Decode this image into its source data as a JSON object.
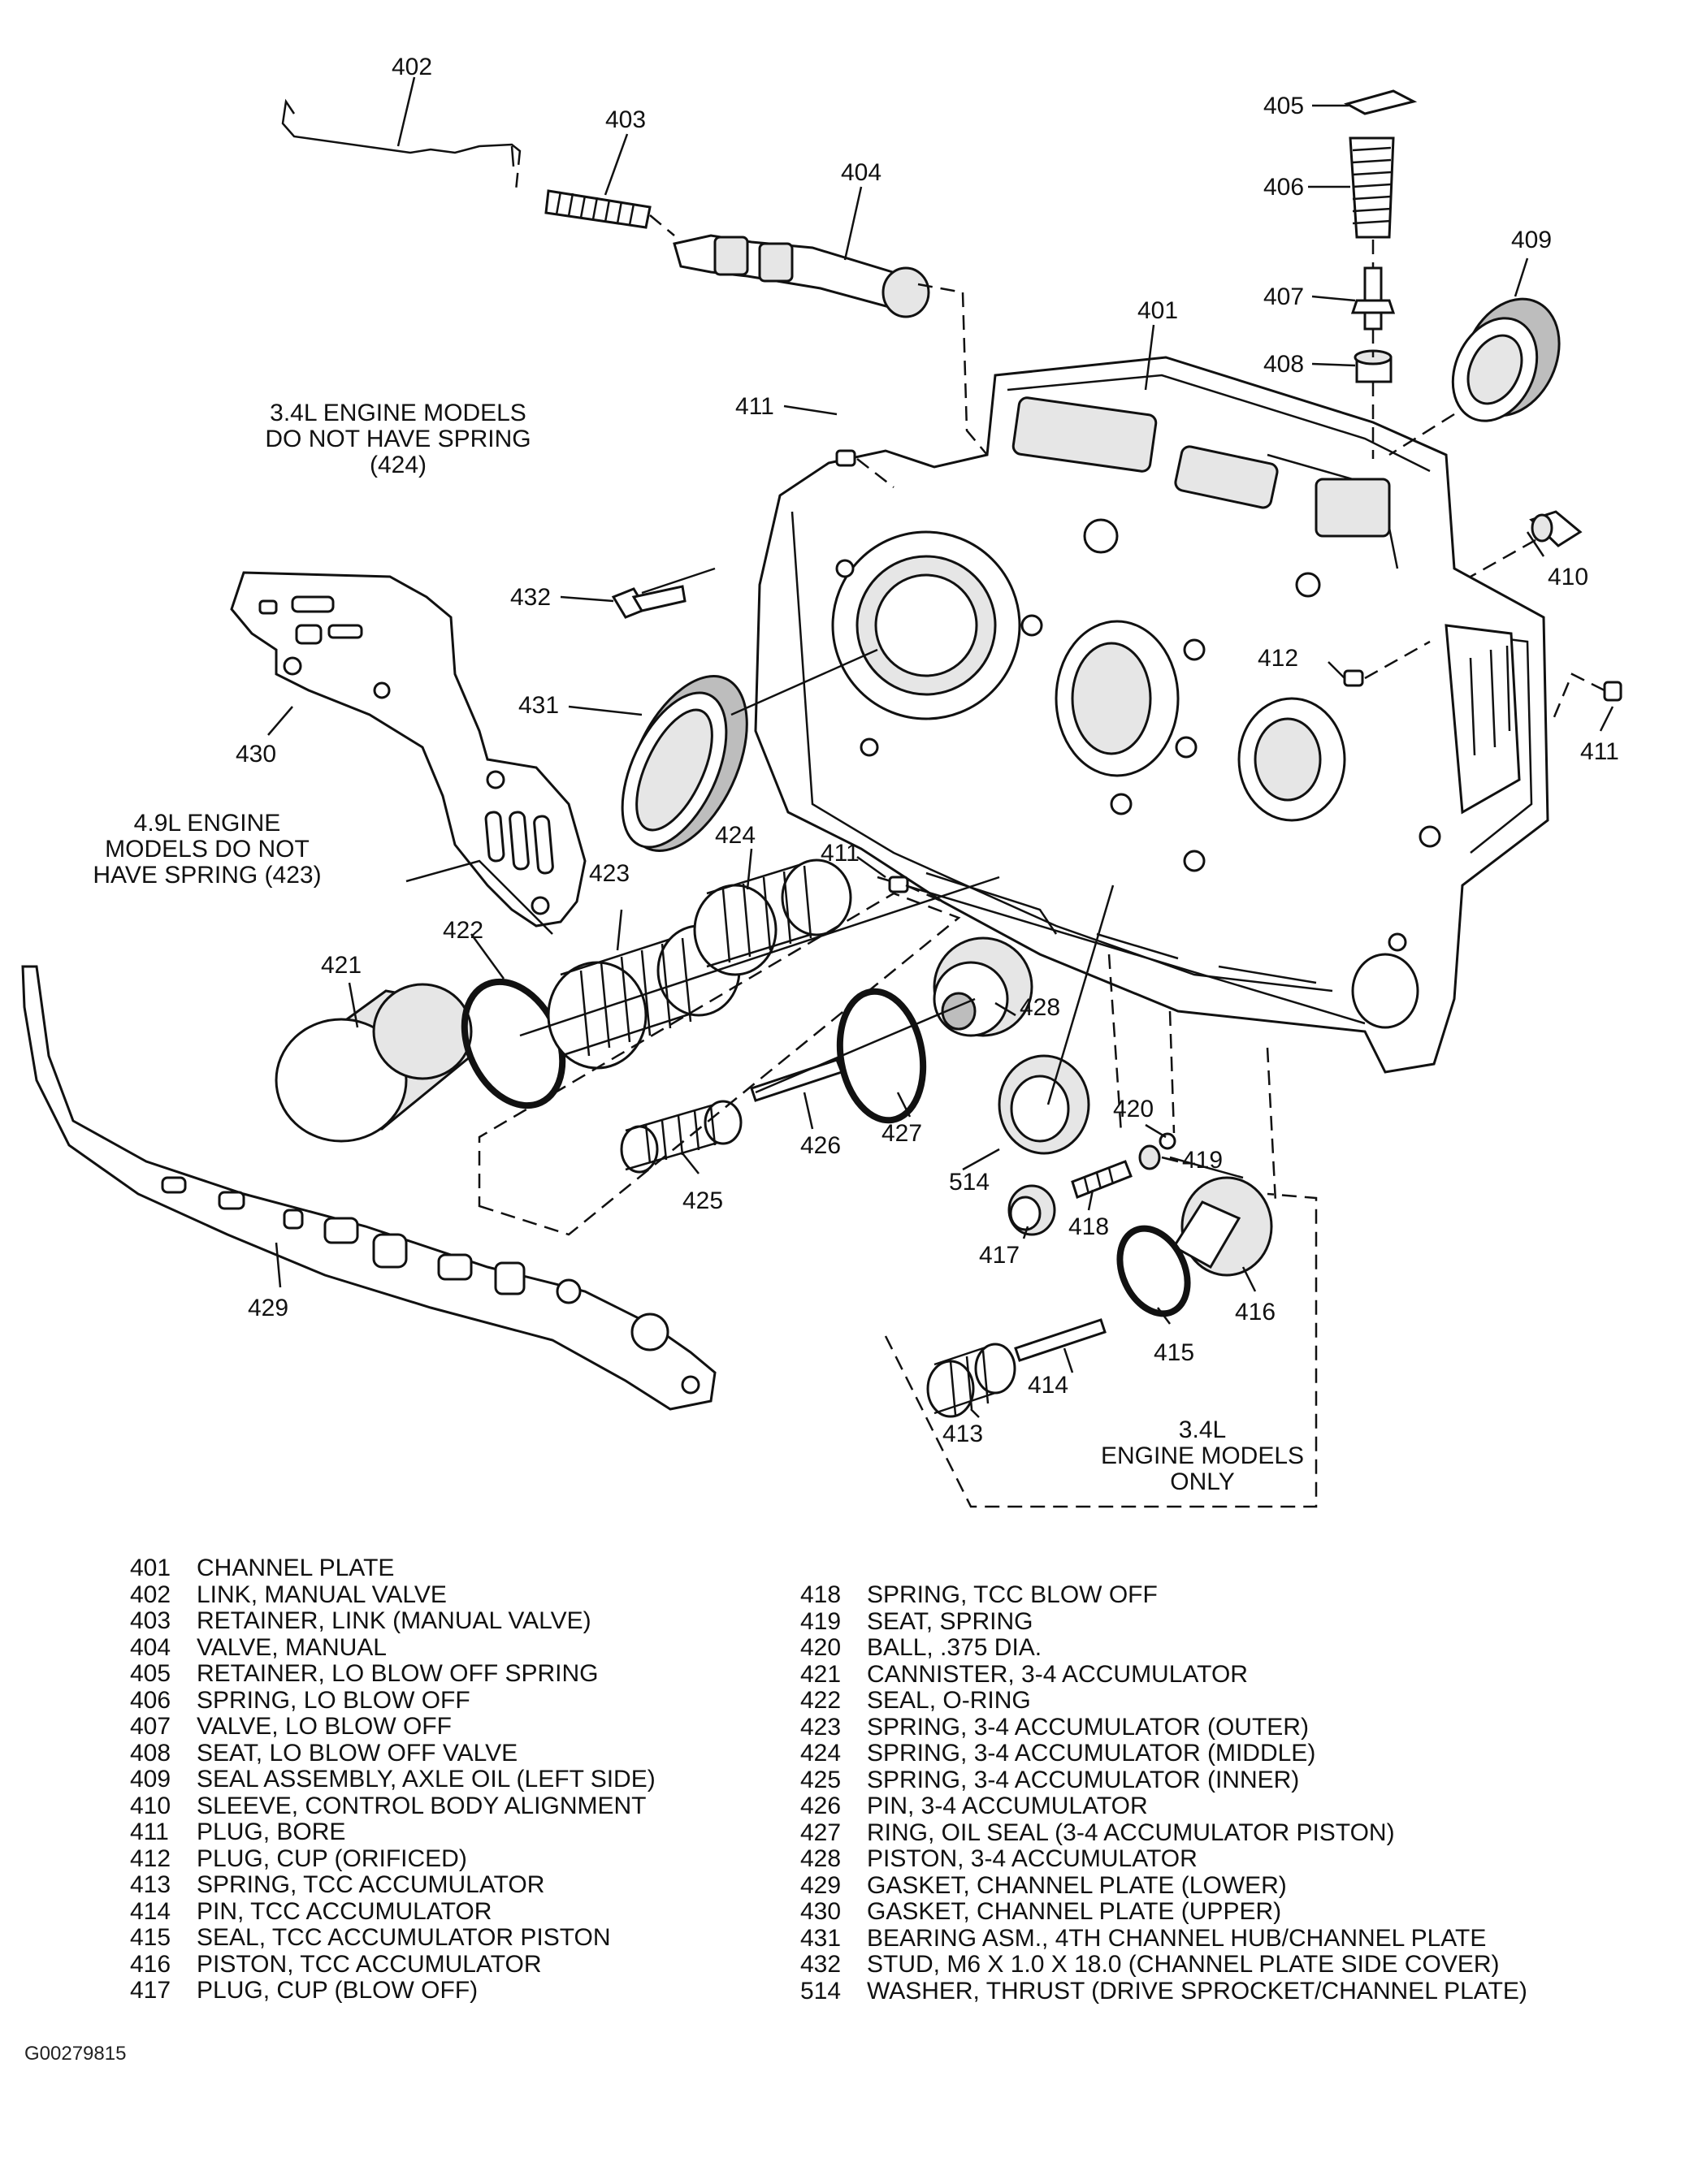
{
  "callouts": {
    "c401": "401",
    "c402": "402",
    "c403": "403",
    "c404": "404",
    "c405": "405",
    "c406": "406",
    "c407": "407",
    "c408": "408",
    "c409": "409",
    "c410": "410",
    "c411a": "411",
    "c411b": "411",
    "c411c": "411",
    "c412": "412",
    "c413": "413",
    "c414": "414",
    "c415": "415",
    "c416": "416",
    "c417": "417",
    "c418": "418",
    "c419": "419",
    "c420": "420",
    "c421": "421",
    "c422": "422",
    "c423": "423",
    "c424": "424",
    "c425": "425",
    "c426": "426",
    "c427": "427",
    "c428": "428",
    "c429": "429",
    "c430": "430",
    "c431": "431",
    "c432": "432",
    "c514": "514"
  },
  "notes": {
    "n34_line1": "3.4L ENGINE MODELS",
    "n34_line2": "DO NOT HAVE SPRING",
    "n34_line3": "(424)",
    "n49_line1": "4.9L ENGINE",
    "n49_line2": "MODELS DO NOT",
    "n49_line3": "HAVE SPRING (423)",
    "only_line1": "3.4L",
    "only_line2": "ENGINE MODELS",
    "only_line3": "ONLY"
  },
  "legend_left": [
    {
      "num": "401",
      "desc": "CHANNEL PLATE"
    },
    {
      "num": "402",
      "desc": "LINK, MANUAL VALVE"
    },
    {
      "num": "403",
      "desc": "RETAINER, LINK (MANUAL VALVE)"
    },
    {
      "num": "404",
      "desc": "VALVE, MANUAL"
    },
    {
      "num": "405",
      "desc": "RETAINER, LO BLOW OFF SPRING"
    },
    {
      "num": "406",
      "desc": "SPRING, LO BLOW OFF"
    },
    {
      "num": "407",
      "desc": "VALVE, LO BLOW OFF"
    },
    {
      "num": "408",
      "desc": "SEAT, LO BLOW OFF VALVE"
    },
    {
      "num": "409",
      "desc": "SEAL ASSEMBLY, AXLE OIL (LEFT SIDE)"
    },
    {
      "num": "410",
      "desc": "SLEEVE, CONTROL BODY ALIGNMENT"
    },
    {
      "num": "411",
      "desc": "PLUG, BORE"
    },
    {
      "num": "412",
      "desc": "PLUG, CUP (ORIFICED)"
    },
    {
      "num": "413",
      "desc": "SPRING, TCC ACCUMULATOR"
    },
    {
      "num": "414",
      "desc": "PIN, TCC ACCUMULATOR"
    },
    {
      "num": "415",
      "desc": "SEAL, TCC ACCUMULATOR PISTON"
    },
    {
      "num": "416",
      "desc": "PISTON, TCC ACCUMULATOR"
    },
    {
      "num": "417",
      "desc": "PLUG, CUP (BLOW OFF)"
    }
  ],
  "legend_right": [
    {
      "num": "418",
      "desc": "SPRING, TCC BLOW OFF"
    },
    {
      "num": "419",
      "desc": "SEAT, SPRING"
    },
    {
      "num": "420",
      "desc": "BALL, .375 DIA."
    },
    {
      "num": "421",
      "desc": "CANNISTER, 3-4 ACCUMULATOR"
    },
    {
      "num": "422",
      "desc": "SEAL, O-RING"
    },
    {
      "num": "423",
      "desc": "SPRING, 3-4 ACCUMULATOR (OUTER)"
    },
    {
      "num": "424",
      "desc": "SPRING, 3-4 ACCUMULATOR (MIDDLE)"
    },
    {
      "num": "425",
      "desc": "SPRING, 3-4 ACCUMULATOR (INNER)"
    },
    {
      "num": "426",
      "desc": "PIN, 3-4 ACCUMULATOR"
    },
    {
      "num": "427",
      "desc": "RING, OIL SEAL (3-4 ACCUMULATOR PISTON)"
    },
    {
      "num": "428",
      "desc": "PISTON, 3-4 ACCUMULATOR"
    },
    {
      "num": "429",
      "desc": "GASKET, CHANNEL PLATE (LOWER)"
    },
    {
      "num": "430",
      "desc": "GASKET, CHANNEL PLATE (UPPER)"
    },
    {
      "num": "431",
      "desc": "BEARING ASM., 4TH CHANNEL HUB/CHANNEL PLATE"
    },
    {
      "num": "432",
      "desc": "STUD, M6 X 1.0 X 18.0 (CHANNEL PLATE SIDE COVER)"
    },
    {
      "num": "514",
      "desc": "WASHER, THRUST (DRIVE SPROCKET/CHANNEL PLATE)"
    }
  ],
  "figure_code": "G00279815"
}
